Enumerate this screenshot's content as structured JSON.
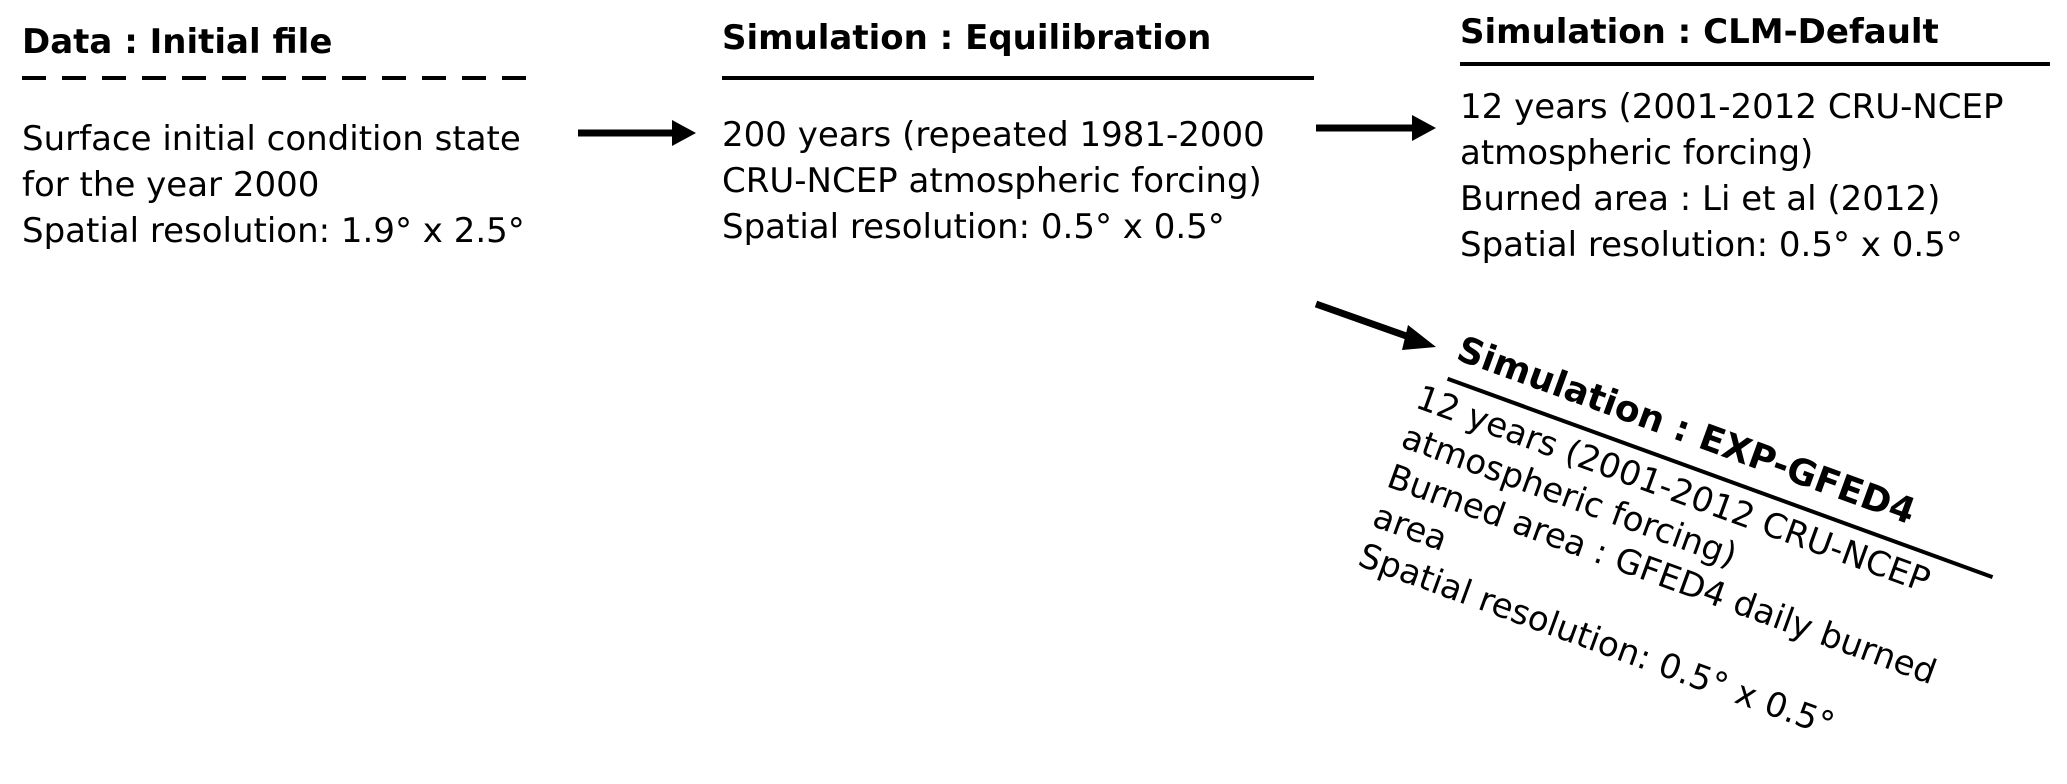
{
  "blocks": {
    "initial": {
      "title": "Data : Initial file",
      "lines": [
        "Surface initial condition state",
        "for the year 2000",
        "Spatial resolution: 1.9° x 2.5°"
      ]
    },
    "equilibration": {
      "title": "Simulation : Equilibration",
      "lines": [
        "200 years (repeated 1981-2000",
        "CRU-NCEP atmospheric forcing)",
        "Spatial resolution: 0.5° x 0.5°"
      ]
    },
    "clm_default": {
      "title": "Simulation : CLM-Default",
      "lines": [
        "12 years (2001-2012 CRU-NCEP",
        "atmospheric forcing)",
        "Burned area : Li et al (2012)",
        "Spatial resolution: 0.5° x 0.5°"
      ]
    },
    "exp_gfed4": {
      "title": "Simulation : EXP-GFED4",
      "lines": [
        "12 years (2001-2012 CRU-NCEP",
        "atmospheric forcing)",
        "Burned area : GFED4 daily burned",
        "area",
        "Spatial resolution: 0.5° x 0.5°"
      ]
    }
  },
  "colors": {
    "ink": "#000000",
    "background": "#ffffff"
  }
}
